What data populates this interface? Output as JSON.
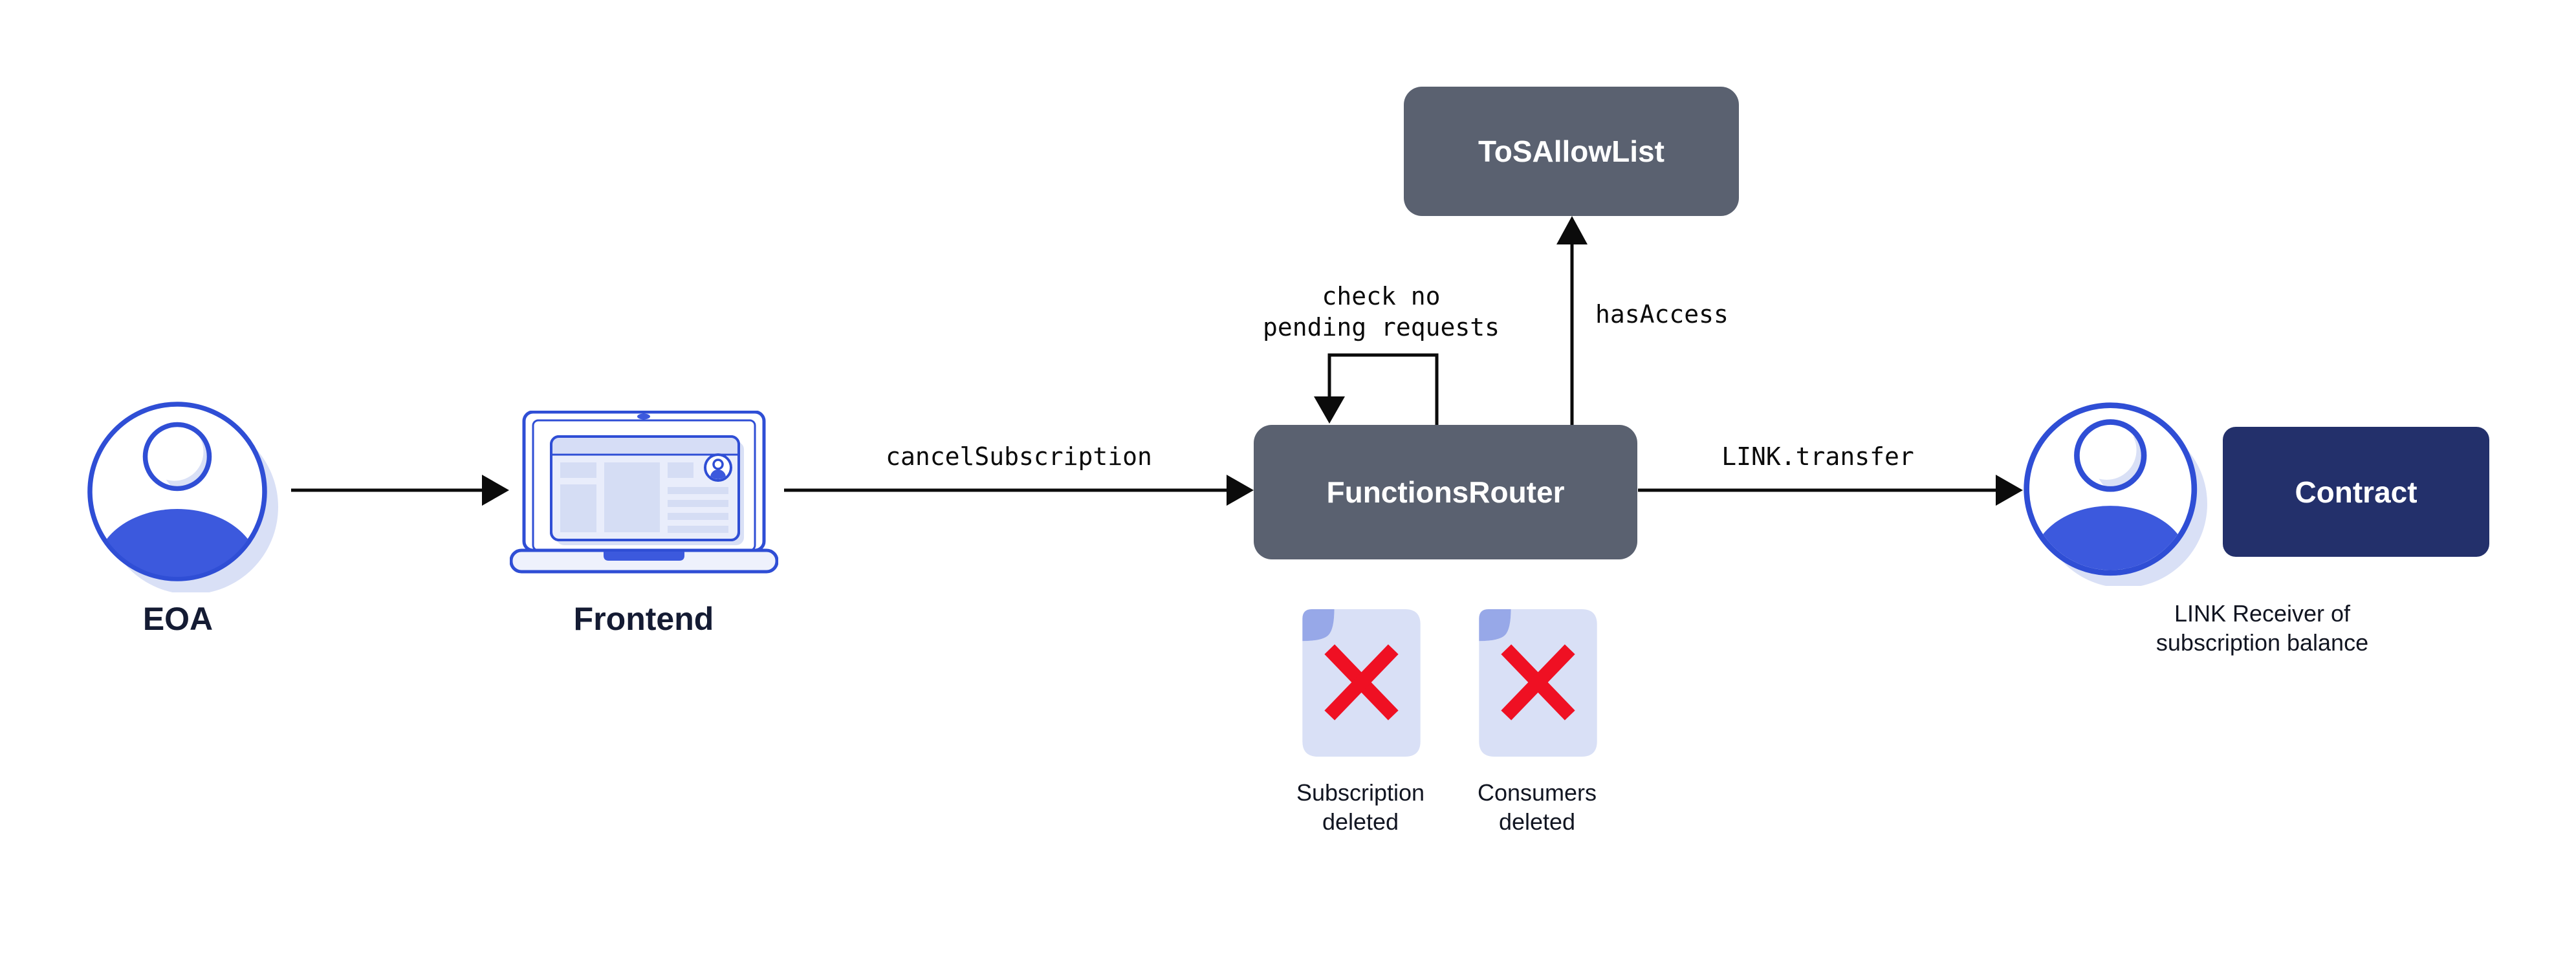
{
  "diagram": {
    "title_hint": "Chainlink Functions cancel subscription flow",
    "nodes": {
      "eoa": {
        "label": "EOA"
      },
      "frontend": {
        "label": "Frontend"
      },
      "functions_router": {
        "label": "FunctionsRouter"
      },
      "tos_allow_list": {
        "label": "ToSAllowList"
      },
      "contract": {
        "label": "Contract"
      },
      "link_receiver": {
        "caption_line1": "LINK Receiver of",
        "caption_line2": "subscription balance"
      }
    },
    "documents": [
      {
        "caption_line1": "Subscription",
        "caption_line2": "deleted"
      },
      {
        "caption_line1": "Consumers",
        "caption_line2": "deleted"
      }
    ],
    "edges": {
      "cancel_subscription": {
        "label": "cancelSubscription"
      },
      "link_transfer": {
        "label": "LINK.transfer"
      },
      "has_access": {
        "label": "hasAccess"
      },
      "check_pending": {
        "label_line1": "check no",
        "label_line2": "pending requests"
      }
    },
    "colors": {
      "accent_blue": "#2f4ed5",
      "fill_blue": "#3c59dd",
      "lavender": "#d9e0f6",
      "slate_box": "#5a6170",
      "navy_box": "#23306b",
      "red_x": "#ef1023",
      "line_black": "#0b0b0b",
      "title_text": "#141b33"
    }
  }
}
